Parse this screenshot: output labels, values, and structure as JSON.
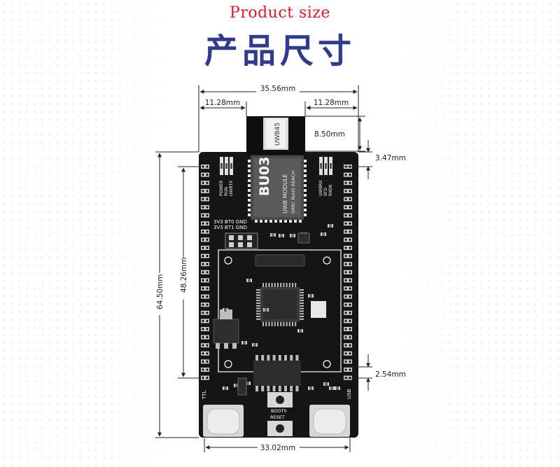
{
  "header": {
    "title_en": "Product size",
    "title_zh": "产品尺寸"
  },
  "dimensions": {
    "total_width": "35.56mm",
    "left_offset": "11.28mm",
    "right_offset": "11.28mm",
    "antenna_height": "8.50mm",
    "top_margin": "3.47mm",
    "board_height": "64.50mm",
    "pin_span": "48.26mm",
    "pin_pitch": "2.54mm",
    "bottom_width": "33.02mm"
  },
  "module": {
    "antenna_label": "UWB45",
    "model": "BU03",
    "line1": "UWB MODULE",
    "line2": "SRRC RoHS REACH"
  },
  "silkscreen": {
    "left_leds": [
      "POWER",
      "RUN",
      "UWBTX"
    ],
    "right_leds": [
      "UWBRX",
      "SFD",
      "RXOK"
    ],
    "jumper_row1": "3V3 BT0 GND",
    "jumper_row2": "3V3 BT1 GND",
    "boot_label": "BOOT0",
    "reset_label": "RESET",
    "ttl_label": "TTL",
    "usb_label": "USB"
  },
  "colors": {
    "title_en": "#e0162b",
    "title_zh": "#2f3b8c",
    "pcb": "#151515",
    "dimension_line": "#222222"
  }
}
